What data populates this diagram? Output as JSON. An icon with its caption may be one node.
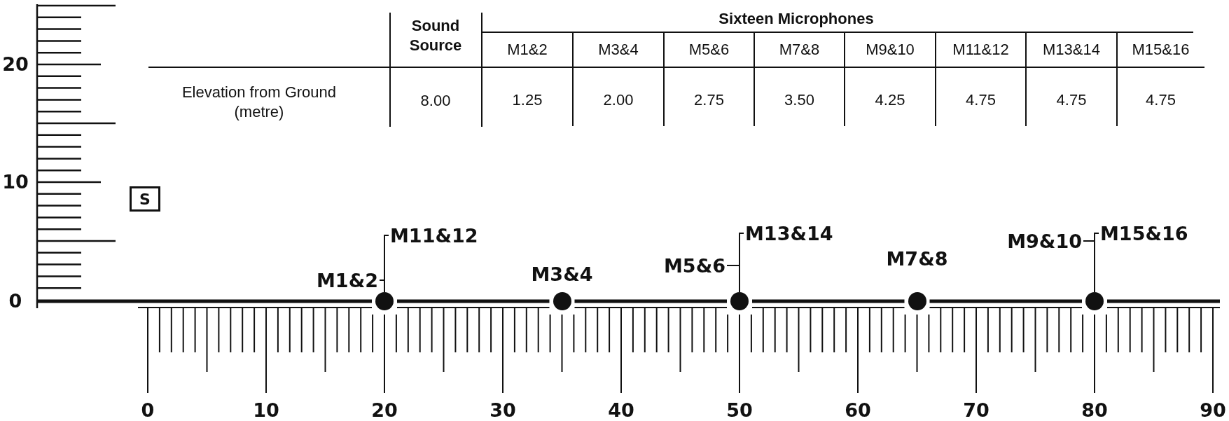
{
  "diagram": {
    "nodes": [
      {
        "text": [
          "S"
        ]
      },
      {
        "text": [
          "M11&12"
        ]
      },
      {
        "text": [
          "M1&2"
        ]
      },
      {
        "text": [
          "M13&14"
        ]
      },
      {
        "text": [
          "M5&6"
        ]
      },
      {
        "text": [
          "M9&10"
        ]
      },
      {
        "text": [
          "M15&16"
        ]
      },
      {
        "text": [],
        "shape": "circle"
      },
      {
        "text": [],
        "shape": "circle"
      },
      {
        "text": [],
        "shape": "circle"
      },
      {
        "text": [],
        "shape": "circle"
      },
      {
        "text": [],
        "shape": "circle"
      }
    ],
    "edges": [
      {
        "from": 1,
        "to": 7,
        "arrow": "none"
      },
      {
        "from": 2,
        "to": 7,
        "arrow": "none"
      },
      {
        "from": 3,
        "to": 9,
        "arrow": "none"
      },
      {
        "from": 4,
        "to": 9,
        "arrow": "none"
      },
      {
        "from": 5,
        "to": 11,
        "arrow": "none"
      },
      {
        "from": 6,
        "to": 11,
        "arrow": "none"
      }
    ],
    "labels": [
      "Sound Source",
      "Sixteen Microphones",
      "M1&2",
      "M3&4",
      "M5&6",
      "M7&8",
      "M9&10",
      "M11&12",
      "M13&14",
      "M15&16",
      "20",
      "Elevation from Ground (metre)",
      "8.00",
      "1.25",
      "2.00",
      "2.75",
      "3.50",
      "4.25",
      "4.75",
      "4.75",
      "4.75",
      "10",
      "M3&4",
      "M7&8",
      "0",
      "0",
      "10",
      "20",
      "30",
      "40",
      "50",
      "60",
      "70",
      "80",
      "90"
    ]
  }
}
